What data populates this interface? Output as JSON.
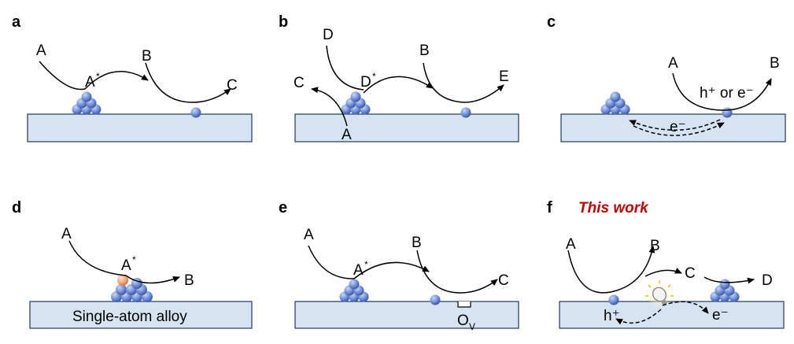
{
  "colors": {
    "support_fill": "#d5e3f2",
    "support_stroke": "#243a5a",
    "atom": "#6f8ed3",
    "dopant": "#f4a97a",
    "highlight": "#c00000",
    "arrow": "#000000"
  },
  "panels": {
    "a": {
      "label": "a",
      "species": {
        "A": "A",
        "A_star": "A",
        "A_star_sup": "*",
        "B": "B",
        "C": "C"
      }
    },
    "b": {
      "label": "b",
      "species": {
        "D": "D",
        "C": "C",
        "D_star": "D",
        "D_star_sup": "*",
        "B": "B",
        "E": "E",
        "A": "A"
      }
    },
    "c": {
      "label": "c",
      "species": {
        "A": "A",
        "B": "B",
        "carrier": "h⁺ or e⁻",
        "electron": "e⁻"
      }
    },
    "d": {
      "label": "d",
      "support_label": "Single-atom alloy",
      "species": {
        "A": "A",
        "A_star": "A",
        "A_star_sup": "*",
        "B": "B"
      }
    },
    "e": {
      "label": "e",
      "species": {
        "A": "A",
        "A_star": "A",
        "A_star_sup": "*",
        "B": "B",
        "C": "C",
        "Ov": "O",
        "Ov_sub": "V"
      }
    },
    "f": {
      "label": "f",
      "note": "This  work",
      "species": {
        "A": "A",
        "B": "B",
        "C": "C",
        "D": "D",
        "hole": "h⁺",
        "electron": "e⁻"
      }
    }
  }
}
